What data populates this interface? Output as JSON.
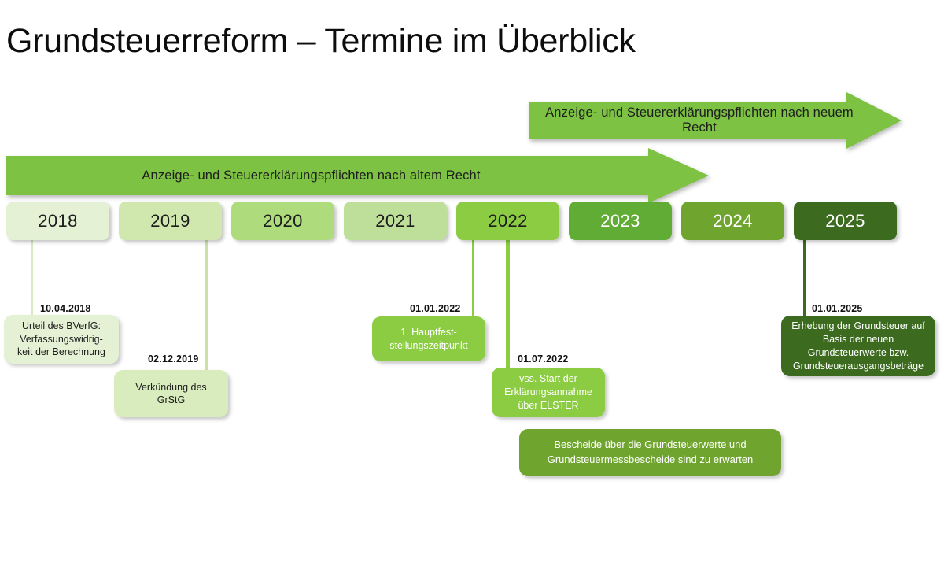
{
  "title": "Grundsteuerreform – Termine im Überblick",
  "colors": {
    "arrow_green": "#7DC242",
    "year_2018": "#E5F1D4",
    "year_2019": "#D0E8AE",
    "year_2020": "#AEDC7D",
    "year_2021": "#BEDF9A",
    "year_2022": "#8BCC42",
    "year_2023": "#61AC35",
    "year_2024": "#6FA52E",
    "year_2025": "#3C6B1F",
    "text_dark": "#1d1d1d",
    "text_light": "#ffffff"
  },
  "arrows": [
    {
      "id": "new-law",
      "label": "Anzeige- und Steuererklärungspflichten nach neuem Recht"
    },
    {
      "id": "old-law",
      "label": "Anzeige- und Steuererklärungspflichten nach altem Recht"
    }
  ],
  "years": [
    {
      "label": "2018",
      "fill": "#E5F1D4",
      "text": "#1d1d1d"
    },
    {
      "label": "2019",
      "fill": "#D0E8AE",
      "text": "#1d1d1d"
    },
    {
      "label": "2020",
      "fill": "#AEDC7D",
      "text": "#1d1d1d"
    },
    {
      "label": "2021",
      "fill": "#BEDF9A",
      "text": "#1d1d1d"
    },
    {
      "label": "2022",
      "fill": "#8BCC42",
      "text": "#1d1d1d"
    },
    {
      "label": "2023",
      "fill": "#61AC35",
      "text": "#ffffff"
    },
    {
      "label": "2024",
      "fill": "#6FA52E",
      "text": "#ffffff"
    },
    {
      "label": "2025",
      "fill": "#3C6B1F",
      "text": "#ffffff"
    }
  ],
  "events": [
    {
      "id": "bverfg-urteil",
      "date": "10.04.2018",
      "text": "Urteil des BVerfG:\nVerfassungswidrig-\nkeit der Berechnung",
      "fill": "#E5F1D4",
      "text_color": "#1d1d1d"
    },
    {
      "id": "verkuendung-grstg",
      "date": "02.12.2019",
      "text": "Verkündung des\nGrStG",
      "fill": "#D9ECBE",
      "text_color": "#1d1d1d"
    },
    {
      "id": "hauptfeststellungszeitpunkt",
      "date": "01.01.2022",
      "text": "1. Hauptfest-\nstellungszeitpunkt",
      "fill": "#8BCC42",
      "text_color": "#ffffff"
    },
    {
      "id": "elster-start",
      "date": "01.07.2022",
      "text": "vss. Start der\nErklärungsannahme\nüber ELSTER",
      "fill": "#8BCC42",
      "text_color": "#ffffff"
    },
    {
      "id": "bescheide",
      "date": "",
      "text": "Bescheide über die Grundsteuerwerte und\nGrundsteuermessbescheide sind zu erwarten",
      "fill": "#6FA52E",
      "text_color": "#ffffff"
    },
    {
      "id": "erhebung-grundsteuer",
      "date": "01.01.2025",
      "text": "Erhebung der Grundsteuer auf\nBasis der neuen\nGrundsteuerwerte bzw.\nGrundsteuerausgangsbeträge",
      "fill": "#3C6B1F",
      "text_color": "#ffffff"
    }
  ]
}
